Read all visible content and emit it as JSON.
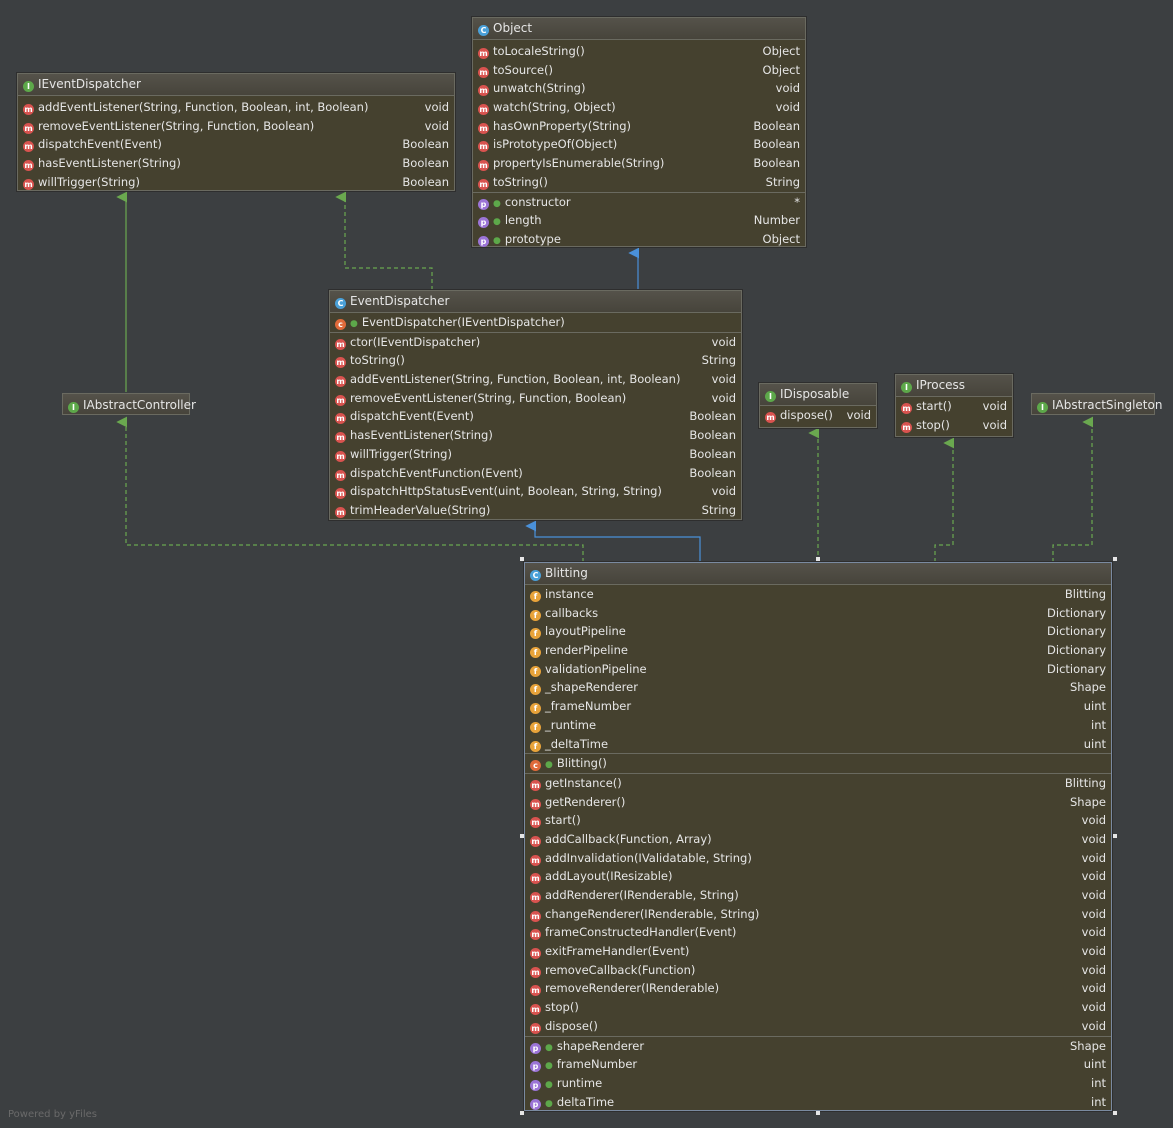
{
  "footer": "Powered by yFiles",
  "classes": {
    "ieventdispatcher": {
      "title": "IEventDispatcher",
      "methods": [
        {
          "name": "addEventListener(String, Function, Boolean, int, Boolean)",
          "type": "void"
        },
        {
          "name": "removeEventListener(String, Function, Boolean)",
          "type": "void"
        },
        {
          "name": "dispatchEvent(Event)",
          "type": "Boolean"
        },
        {
          "name": "hasEventListener(String)",
          "type": "Boolean"
        },
        {
          "name": "willTrigger(String)",
          "type": "Boolean"
        }
      ]
    },
    "object": {
      "title": "Object",
      "methods": [
        {
          "name": "toLocaleString()",
          "type": "Object"
        },
        {
          "name": "toSource()",
          "type": "Object"
        },
        {
          "name": "unwatch(String)",
          "type": "void"
        },
        {
          "name": "watch(String, Object)",
          "type": "void"
        },
        {
          "name": "hasOwnProperty(String)",
          "type": "Boolean"
        },
        {
          "name": "isPrototypeOf(Object)",
          "type": "Boolean"
        },
        {
          "name": "propertyIsEnumerable(String)",
          "type": "Boolean"
        },
        {
          "name": "toString()",
          "type": "String"
        }
      ],
      "properties": [
        {
          "name": "constructor",
          "type": "*"
        },
        {
          "name": "length",
          "type": "Number"
        },
        {
          "name": "prototype",
          "type": "Object"
        }
      ]
    },
    "eventdispatcher": {
      "title": "EventDispatcher",
      "constructor": "EventDispatcher(IEventDispatcher)",
      "methods": [
        {
          "name": "ctor(IEventDispatcher)",
          "type": "void"
        },
        {
          "name": "toString()",
          "type": "String"
        },
        {
          "name": "addEventListener(String, Function, Boolean, int, Boolean)",
          "type": "void"
        },
        {
          "name": "removeEventListener(String, Function, Boolean)",
          "type": "void"
        },
        {
          "name": "dispatchEvent(Event)",
          "type": "Boolean"
        },
        {
          "name": "hasEventListener(String)",
          "type": "Boolean"
        },
        {
          "name": "willTrigger(String)",
          "type": "Boolean"
        },
        {
          "name": "dispatchEventFunction(Event)",
          "type": "Boolean"
        },
        {
          "name": "dispatchHttpStatusEvent(uint, Boolean, String, String)",
          "type": "void"
        },
        {
          "name": "trimHeaderValue(String)",
          "type": "String"
        }
      ]
    },
    "iabstractcontroller": {
      "title": "IAbstractController"
    },
    "idisposable": {
      "title": "IDisposable",
      "methods": [
        {
          "name": "dispose()",
          "type": "void"
        }
      ]
    },
    "iprocess": {
      "title": "IProcess",
      "methods": [
        {
          "name": "start()",
          "type": "void"
        },
        {
          "name": "stop()",
          "type": "void"
        }
      ]
    },
    "iabstractsingleton": {
      "title": "IAbstractSingleton"
    },
    "blitting": {
      "title": "Blitting",
      "fields": [
        {
          "name": "instance",
          "type": "Blitting"
        },
        {
          "name": "callbacks",
          "type": "Dictionary"
        },
        {
          "name": "layoutPipeline",
          "type": "Dictionary"
        },
        {
          "name": "renderPipeline",
          "type": "Dictionary"
        },
        {
          "name": "validationPipeline",
          "type": "Dictionary"
        },
        {
          "name": "_shapeRenderer",
          "type": "Shape"
        },
        {
          "name": "_frameNumber",
          "type": "uint"
        },
        {
          "name": "_runtime",
          "type": "int"
        },
        {
          "name": "_deltaTime",
          "type": "uint"
        }
      ],
      "constructor": "Blitting()",
      "methods": [
        {
          "name": "getInstance()",
          "type": "Blitting"
        },
        {
          "name": "getRenderer()",
          "type": "Shape"
        },
        {
          "name": "start()",
          "type": "void"
        },
        {
          "name": "addCallback(Function, Array)",
          "type": "void"
        },
        {
          "name": "addInvalidation(IValidatable, String)",
          "type": "void"
        },
        {
          "name": "addLayout(IResizable)",
          "type": "void"
        },
        {
          "name": "addRenderer(IRenderable, String)",
          "type": "void"
        },
        {
          "name": "changeRenderer(IRenderable, String)",
          "type": "void"
        },
        {
          "name": "frameConstructedHandler(Event)",
          "type": "void"
        },
        {
          "name": "exitFrameHandler(Event)",
          "type": "void"
        },
        {
          "name": "removeCallback(Function)",
          "type": "void"
        },
        {
          "name": "removeRenderer(IRenderable)",
          "type": "void"
        },
        {
          "name": "stop()",
          "type": "void"
        },
        {
          "name": "dispose()",
          "type": "void"
        }
      ],
      "properties": [
        {
          "name": "shapeRenderer",
          "type": "Shape"
        },
        {
          "name": "frameNumber",
          "type": "uint"
        },
        {
          "name": "runtime",
          "type": "int"
        },
        {
          "name": "deltaTime",
          "type": "int"
        }
      ]
    }
  }
}
